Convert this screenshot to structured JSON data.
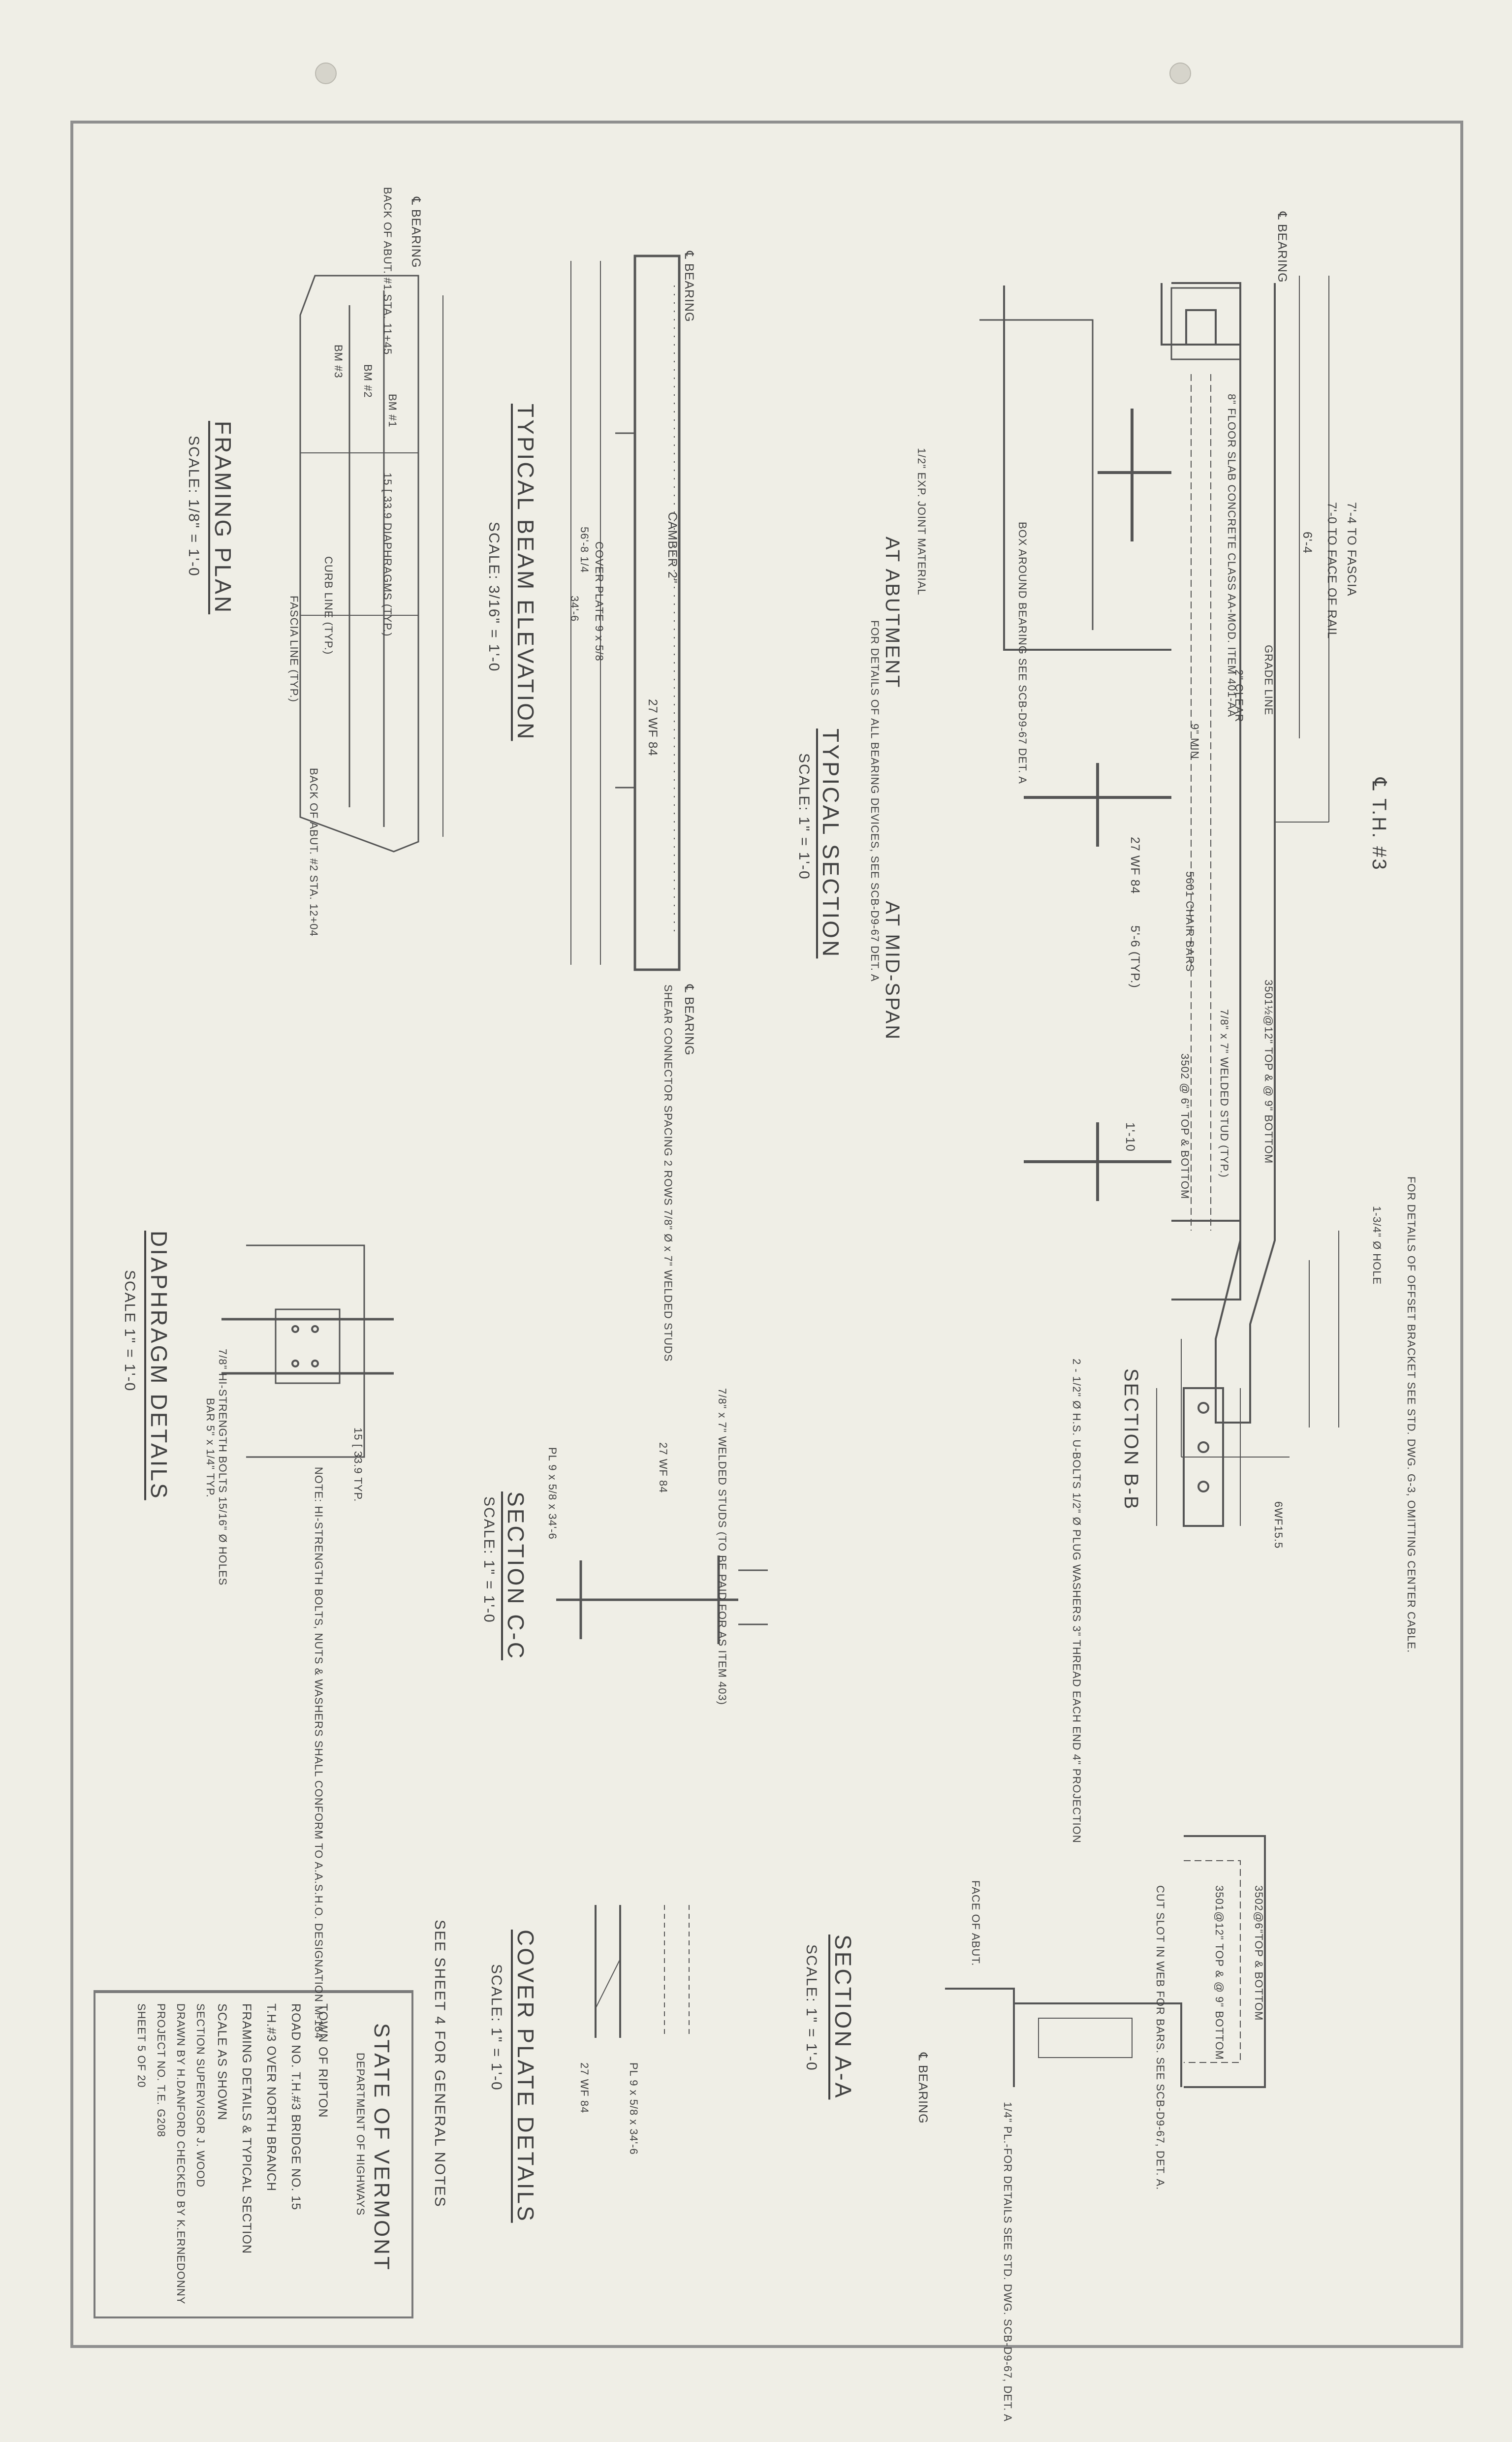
{
  "title_block": {
    "state": "STATE OF VERMONT",
    "department": "DEPARTMENT OF HIGHWAYS",
    "town": "TOWN OF   RIPTON",
    "road": "ROAD NO. T.H.#3   BRIDGE NO.   15",
    "crossing": "T.H.#3  OVER  NORTH BRANCH",
    "contents": "FRAMING  DETAILS & TYPICAL  SECTION",
    "scale": "SCALE   AS  SHOWN",
    "supervisor": "SECTION SUPERVISOR   J. WOOD",
    "drawn": "DRAWN BY H.DANFORD  CHECKED BY K.ERNEDONNY",
    "project": "PROJECT NO. T.E. G208",
    "sheet": "SHEET  5  OF  20"
  },
  "views": {
    "typical_section": {
      "title": "TYPICAL SECTION",
      "scale": "SCALE: 1\" = 1'-0",
      "left_label": "AT ABUTMENT",
      "right_label": "AT MID-SPAN"
    },
    "section_aa": {
      "title": "SECTION  A-A",
      "scale": "SCALE: 1\" = 1'-0"
    },
    "section_bb": {
      "title": "SECTION B-B"
    },
    "section_cc": {
      "title": "SECTION  C-C",
      "scale": "SCALE:  1\" = 1'-0"
    },
    "cover_plate": {
      "title": "COVER PLATE DETAILS",
      "scale": "SCALE: 1\" = 1'-0"
    },
    "beam_elevation": {
      "title": "TYPICAL  BEAM ELEVATION",
      "scale": "SCALE: 3/16\" = 1'-0"
    },
    "framing_plan": {
      "title": "FRAMING  PLAN",
      "scale": "SCALE: 1/8\" = 1'-0"
    },
    "diaphragm": {
      "title": "DIAPHRAGM  DETAILS",
      "scale": "SCALE 1\" = 1'-0"
    }
  },
  "general_note": "SEE  SHEET 4  FOR  GENERAL NOTES",
  "callouts": {
    "th3": "℄ T.H. #3",
    "fascia": "7'-4 TO FASCIA",
    "face_rail": "7'-0 TO FACE OF RAIL",
    "six_four": "6'-4",
    "slab_concrete": "8\" FLOOR SLAB CONCRETE CLASS AA-MOD. ITEM 401-AA",
    "grade_line": "GRADE LINE",
    "clear": "2\" CLEAR",
    "min": "9\" MIN",
    "beam_27": "27 WF 84",
    "five_six": "5'-6 (TYP.)",
    "one_ten": "1'-10",
    "chair_bars": "5601 CHAIR BARS",
    "bars_top": "3501½@12\" TOP & @ 9\" BOTTOM",
    "studs": "7/8\" x 7\" WELDED STUD (TYP.)",
    "bars_top2": "3502 @ 6\" TOP & BOTTOM",
    "offset_bracket": "FOR DETAILS OF OFFSET BRACKET SEE STD. DWG. G-3, OMITTING CENTER CABLE.",
    "hole": "1-3/4\" Ø HOLE",
    "u_bolts": "2 - 1/2\" Ø H.S. U-BOLTS 1/2\" Ø PLUG WASHERS 3\" THREAD EACH END 4\" PROJECTION",
    "wf15": "6WF15.5",
    "bearing": "℄ BEARING",
    "exp_joint": "1/2\" EXP. JOINT MATERIAL",
    "box": "BOX AROUND BEARING SEE SCB-D9-67 DET. A",
    "bearing_devices": "FOR DETAILS OF ALL BEARING DEVICES, SEE SCB-D9-67 DET. A",
    "bars_aa": "3502@6\"TOP & BOTTOM",
    "bars_aa2": "3501@12\" TOP & @ 9\" BOTTOM",
    "cut_slot": "CUT SLOT IN WEB FOR BARS. SEE SCB-D9-67, DET. A.",
    "face_abut": "FACE OF ABUT.",
    "pl_note": "1/4\" PL.-FOR DETAILS SEE STD. DWG. SCB-D9-67, DET. A",
    "camber": "CAMBER  2\"",
    "cover_plate": "COVER PLATE 9 x 5/8",
    "shear": "SHEAR CONNECTOR SPACING 2 ROWS 7/8\" Ø x 7\" WELDED STUDS",
    "length": "56'-8 1/4",
    "cover_len": "34'-6",
    "sta_1": "BACK OF ABUT. #1 STA. 11+45",
    "sta_2": "BACK OF ABUT. #2 STA. 12+04",
    "bm1": "BM #1",
    "bm2": "BM #2",
    "bm3": "BM #3",
    "curb": "CURB LINE (TYP.)",
    "fascia_line": "FASCIA LINE (TYP.)",
    "channel": "15 [ 33.9 DIAPHRAGMS (TYP.)",
    "hs_bolts": "7/8\" HI-STRENGTH BOLTS 15/16\" Ø HOLES",
    "note_bolts": "NOTE: HI-STRENGTH BOLTS, NUTS & WASHERS SHALL CONFORM TO A.A.S.H.O. DESIGNATION M-164",
    "bar": "BAR 5\" x 1/4\" TYP.",
    "c15": "15 [ 33.9 TYP.",
    "studs_cc": "7/8\" x 7\" WELDED STUDS (TO BE PAID FOR AS ITEM 403)",
    "pl_cc": "PL 9 x 5/8 x 34'-6",
    "pl_cover": "PL 9 x 5/8 x 34'-6"
  },
  "colors": {
    "paper": "#efeee6",
    "ink": "#424242",
    "frame": "#8f8f8f"
  }
}
